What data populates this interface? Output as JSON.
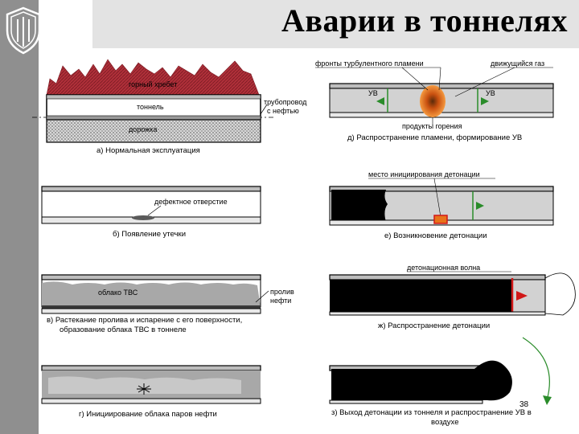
{
  "title": "Аварии в тоннелях",
  "colors": {
    "sidebar": "#8f8f8f",
    "title_band": "#e3e3e3",
    "ridge": "#b0303a",
    "ground": "#d2d2d2",
    "flame": "#e8731a",
    "arrow": "#2a8c2a",
    "wave": "#d11818",
    "tvs_cloud": "#a8a8a8"
  },
  "panels": {
    "a": {
      "label_ridge": "горный хребет",
      "label_tunnel": "тоннель",
      "label_pipe_1": "трубопровод",
      "label_pipe_2": "с нефтью",
      "label_road": "дорожка",
      "caption": "а) Нормальная эксплуатация"
    },
    "b": {
      "label_defect": "дефектное отверстие",
      "caption": "б) Появление утечки"
    },
    "v": {
      "label_cloud": "облако ТВС",
      "label_spill_1": "пролив",
      "label_spill_2": "нефти",
      "caption_1": "в) Растекание пролива и испарение с его поверхности,",
      "caption_2": "образование облака ТВС в тоннеле"
    },
    "g": {
      "caption": "г) Инициирование облака паров нефти"
    },
    "d": {
      "label_fronts": "фронты турбулентного пламени",
      "label_gas": "движущийся газ",
      "label_uv_left": "УВ",
      "label_uv_right": "УВ",
      "label_products": "продукты горения",
      "caption": "д) Распространение пламени, формирование УВ"
    },
    "e": {
      "label_init": "место инициирования детонации",
      "caption": "е) Возникновение детонации"
    },
    "zh": {
      "label_wave": "детонационная волна",
      "caption": "ж) Распространение детонации"
    },
    "z": {
      "caption_1": "з) Выход детонации из тоннеля и распространение УВ в",
      "caption_2": "воздухе"
    }
  },
  "page_number": "38"
}
